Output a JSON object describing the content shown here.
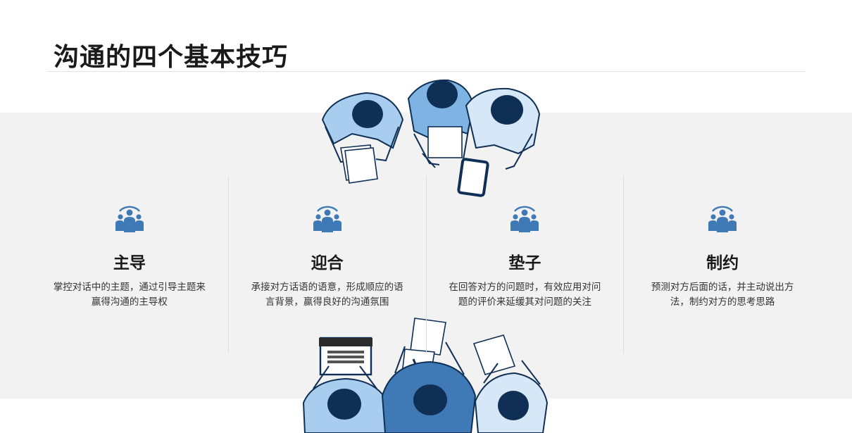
{
  "page": {
    "title": "沟通的四个基本技巧"
  },
  "colors": {
    "accent": "#3f79b6",
    "band": "#f2f2f2",
    "ink": "#0f2f55"
  },
  "icons": {
    "team": "team-icon"
  },
  "techniques": [
    {
      "title": "主导",
      "desc": "掌控对话中的主题，通过引导主题来赢得沟通的主导权"
    },
    {
      "title": "迎合",
      "desc": "承接对方话语的语意，形成顺应的语言背景，赢得良好的沟通氛围"
    },
    {
      "title": "垫子",
      "desc": "在回答对方的问题时，有效应用对问题的评价来延缓其对问题的关注"
    },
    {
      "title": "制约",
      "desc": "预测对方后面的话，并主动说出方法，制约对方的思考思路"
    }
  ]
}
